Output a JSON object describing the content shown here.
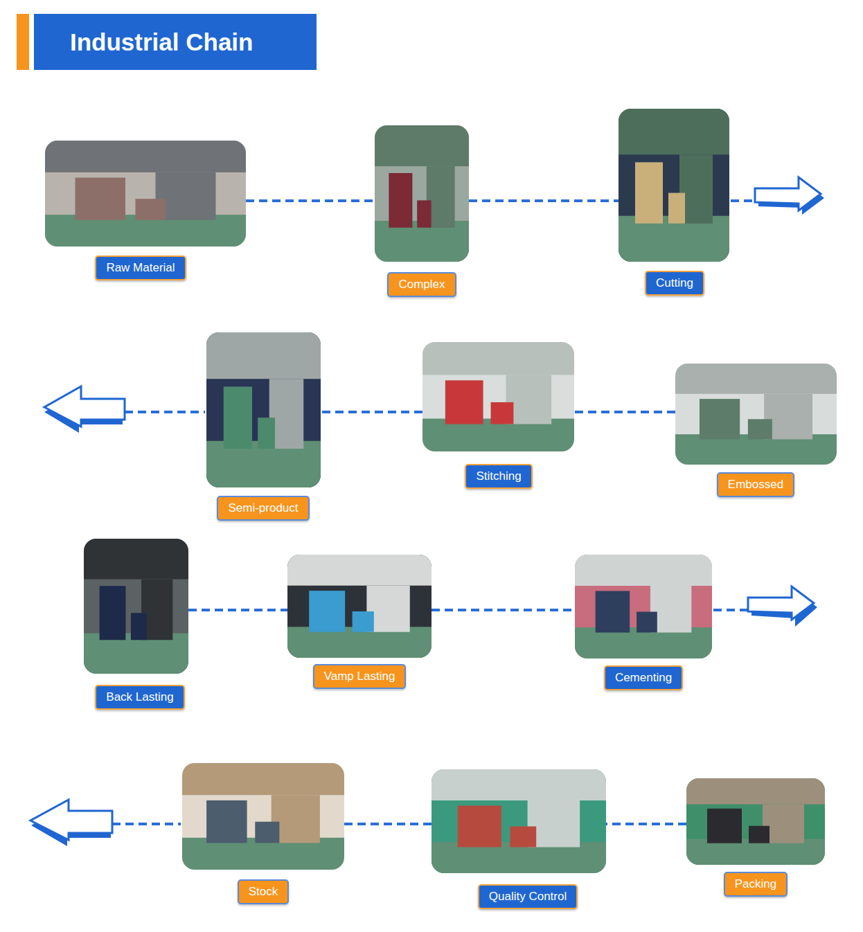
{
  "diagram": {
    "title": "Industrial Chain",
    "nodes": [
      {
        "text": [
          "Raw Material"
        ]
      },
      {
        "text": [
          "Complex"
        ]
      },
      {
        "text": [
          "Cutting"
        ]
      },
      {
        "text": [
          "Semi-product"
        ]
      },
      {
        "text": [
          "Stitching"
        ]
      },
      {
        "text": [
          "Embossed"
        ]
      },
      {
        "text": [
          "Back Lasting"
        ]
      },
      {
        "text": [
          "Vamp Lasting"
        ]
      },
      {
        "text": [
          "Cementing"
        ]
      },
      {
        "text": [
          "Stock"
        ]
      },
      {
        "text": [
          "Quality Control"
        ]
      },
      {
        "text": [
          "Packing"
        ]
      }
    ],
    "edges": [
      {
        "from": 0,
        "to": 1,
        "arrow": "none"
      },
      {
        "from": 1,
        "to": 2,
        "arrow": "none"
      },
      {
        "from": 5,
        "to": 4,
        "arrow": "none"
      },
      {
        "from": 4,
        "to": 3,
        "arrow": "none"
      },
      {
        "from": 6,
        "to": 7,
        "arrow": "none"
      },
      {
        "from": 7,
        "to": 8,
        "arrow": "none"
      },
      {
        "from": 11,
        "to": 10,
        "arrow": "none"
      },
      {
        "from": 10,
        "to": 9,
        "arrow": "none"
      }
    ]
  }
}
